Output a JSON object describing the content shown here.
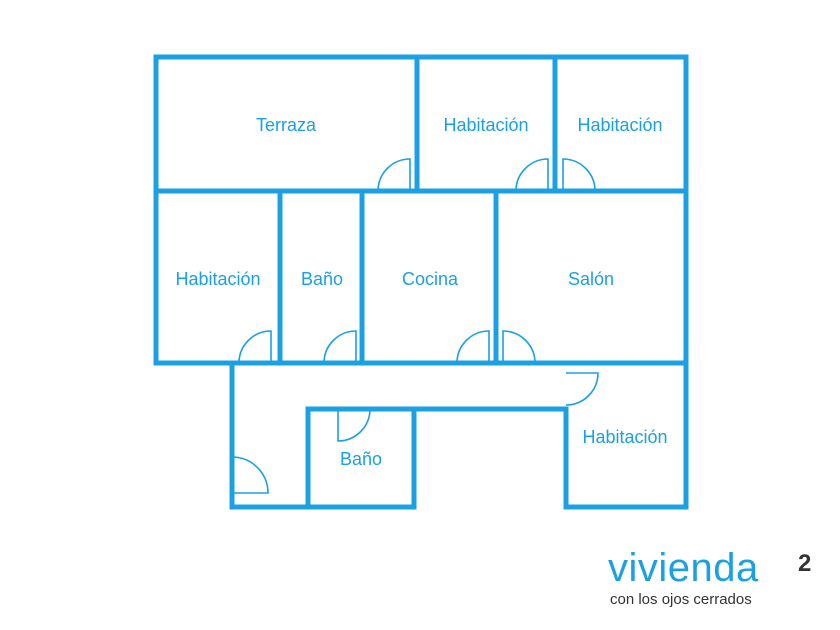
{
  "rooms": {
    "terraza": "Terraza",
    "habitacion_top_1": "Habitación",
    "habitacion_top_2": "Habitación",
    "habitacion_left": "Habitación",
    "bano_upper": "Baño",
    "cocina": "Cocina",
    "salon": "Salón",
    "bano_lower": "Baño",
    "habitacion_right": "Habitación"
  },
  "logo": {
    "name": "vivienda",
    "superscript": "2",
    "tagline": "con los ojos cerrados"
  },
  "colors": {
    "wall": "#1ba0e4",
    "logo_dark": "#333333"
  }
}
